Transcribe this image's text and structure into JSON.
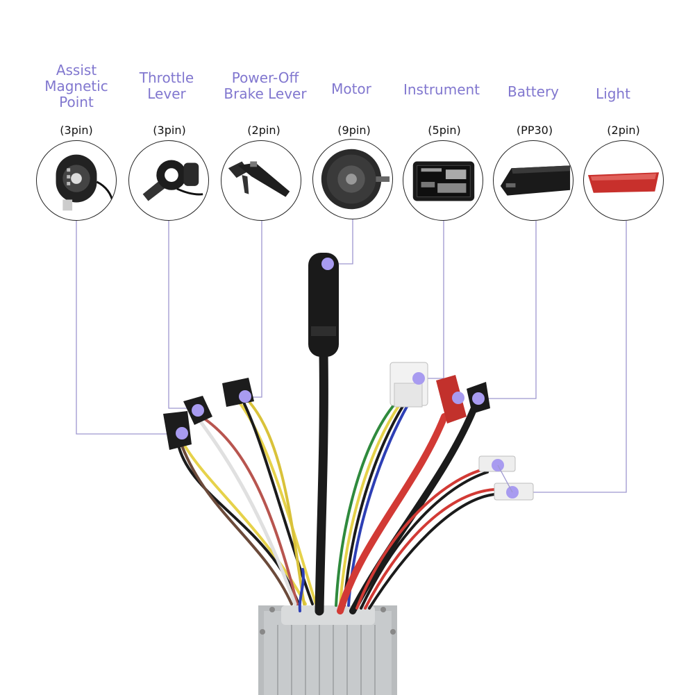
{
  "components": [
    {
      "id": "assist",
      "label_lines": [
        "Assist",
        "Magnetic",
        "Point"
      ],
      "pin": "(3pin)",
      "icon": "pas-sensor-icon"
    },
    {
      "id": "throttle",
      "label_lines": [
        "Throttle",
        "Lever"
      ],
      "pin": "(3pin)",
      "icon": "thumb-throttle-icon"
    },
    {
      "id": "brake",
      "label_lines": [
        "Power-Off",
        "Brake Lever"
      ],
      "pin": "(2pin)",
      "icon": "brake-lever-icon"
    },
    {
      "id": "motor",
      "label_lines": [
        "Motor"
      ],
      "pin": "(9pin)",
      "icon": "hub-motor-icon"
    },
    {
      "id": "instrument",
      "label_lines": [
        "Instrument"
      ],
      "pin": "(5pin)",
      "icon": "lcd-display-icon"
    },
    {
      "id": "battery",
      "label_lines": [
        "Battery"
      ],
      "pin": "(PP30)",
      "icon": "battery-pack-icon"
    },
    {
      "id": "light",
      "label_lines": [
        "Light"
      ],
      "pin": "(2pin)",
      "icon": "tail-light-icon"
    }
  ],
  "colors": {
    "label": "#8177cf",
    "leader_line": "#9d96cf",
    "dot": "#a89bf0",
    "controller": "#b9bcbe",
    "wire_red": "#d23a35",
    "wire_black": "#1b1b1b",
    "wire_yellow": "#e6d24a",
    "wire_blue": "#2d3fb5",
    "wire_green": "#2f8a3d",
    "wire_brown": "#6b4a3a",
    "wire_white": "#e8e8e8"
  }
}
